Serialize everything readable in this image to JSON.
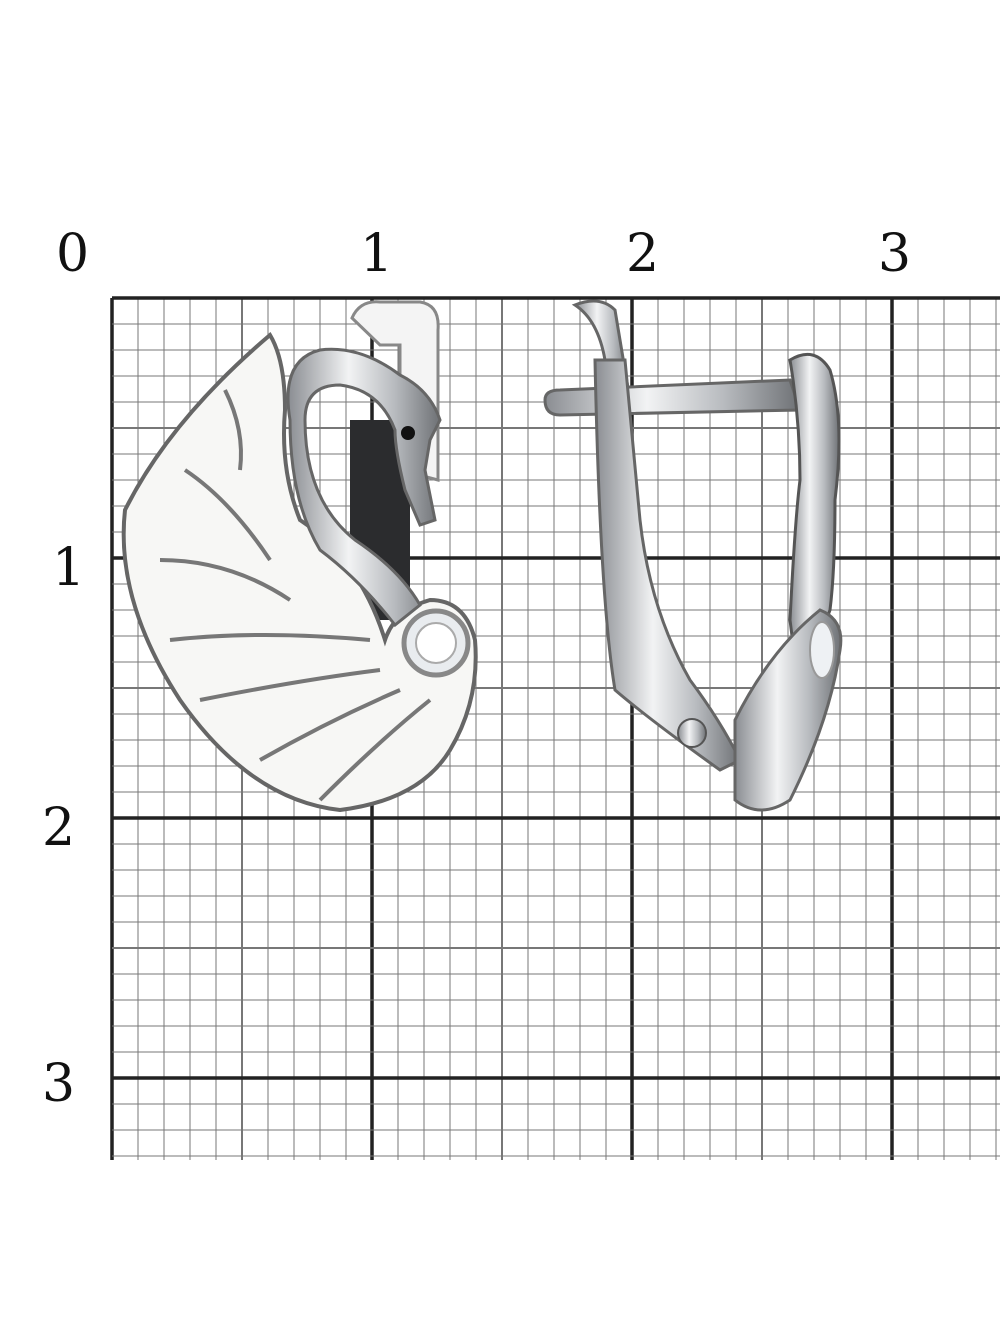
{
  "scale": {
    "x_labels": [
      "0",
      "1",
      "2",
      "3"
    ],
    "y_labels": [
      "1",
      "2",
      "3"
    ],
    "unit_divisions_per_label": 10
  },
  "product": {
    "items": [
      "swan-earring-front-view",
      "earring-side-view"
    ],
    "enamel_color": "#f7f7f5",
    "metal_color": "#c9cbce",
    "grid_color": "#777777"
  }
}
